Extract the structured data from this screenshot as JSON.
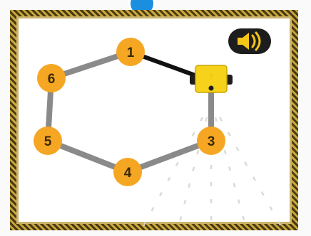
{
  "nodes": [
    {
      "id": "1",
      "label": "1"
    },
    {
      "id": "3",
      "label": "3"
    },
    {
      "id": "4",
      "label": "4"
    },
    {
      "id": "5",
      "label": "5"
    },
    {
      "id": "6",
      "label": "6"
    }
  ],
  "robot": {
    "label": "?"
  },
  "colors": {
    "node_fill": "#f5a623",
    "path_done": "#111111",
    "path_pending": "#8a8a8a",
    "robot": "#f7d21a",
    "frame": "#7a6320",
    "badge": "#1a8fe0"
  },
  "icons": {
    "sound": "speaker-icon",
    "robot": "robot-icon"
  }
}
